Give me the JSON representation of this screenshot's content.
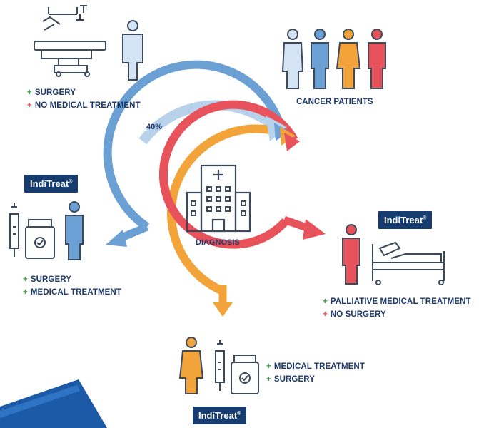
{
  "center": {
    "label": "DIAGNOSIS"
  },
  "top_right": {
    "title": "CANCER PATIENTS"
  },
  "arc": {
    "percent_label": "40%"
  },
  "branches": {
    "top_left": {
      "items": [
        {
          "sign": "+",
          "text": "SURGERY"
        },
        {
          "sign": "+",
          "text": "NO MEDICAL TREATMENT"
        }
      ]
    },
    "left": {
      "badge": "IndiTreat",
      "badge_mark": "®",
      "items": [
        {
          "sign": "+",
          "text": "SURGERY"
        },
        {
          "sign": "+",
          "text": "MEDICAL TREATMENT"
        }
      ]
    },
    "right": {
      "badge": "IndiTreat",
      "badge_mark": "®",
      "items": [
        {
          "sign": "+",
          "text": "PALLIATIVE MEDICAL TREATMENT"
        },
        {
          "sign": "+",
          "text": "NO SURGERY"
        }
      ]
    },
    "bottom": {
      "badge": "IndiTreat",
      "badge_mark": "®",
      "items": [
        {
          "sign": "+",
          "text": "MEDICAL TREATMENT"
        },
        {
          "sign": "+",
          "text": "SURGERY"
        }
      ]
    }
  },
  "colors": {
    "light_blue": "#b9d2ec",
    "blue": "#6aa0d4",
    "orange": "#f2a43a",
    "red": "#e8525b",
    "navy": "#173d70",
    "text": "#1e3a6b",
    "green": "#3aa142",
    "line": "#3b4a5c"
  }
}
